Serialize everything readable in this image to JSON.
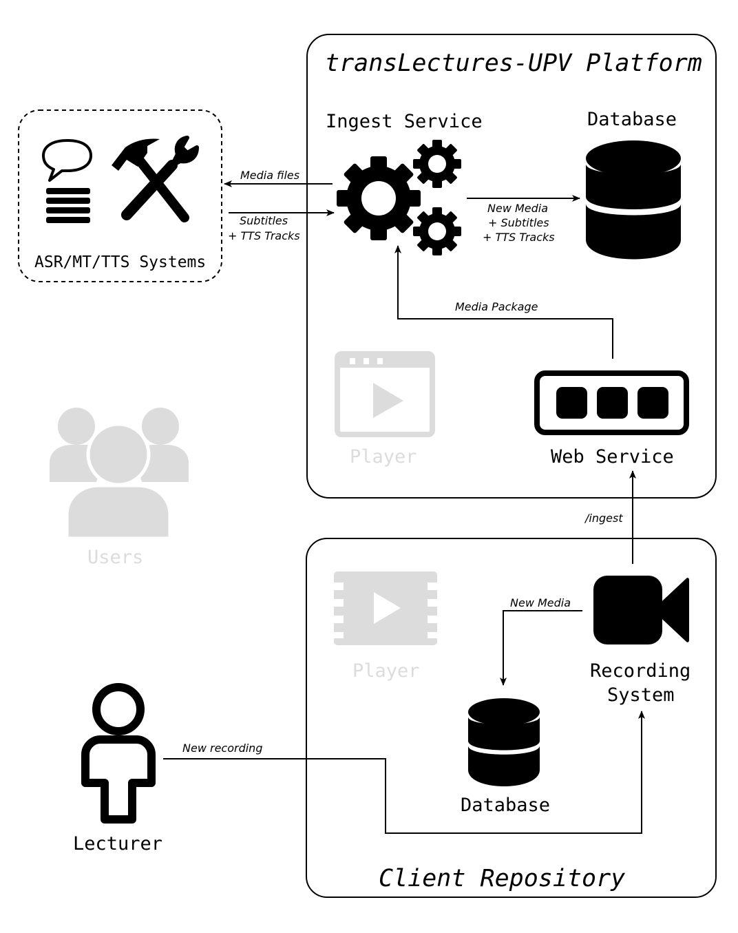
{
  "platform": {
    "title": "transLectures-UPV Platform",
    "ingest_label": "Ingest Service",
    "database_label": "Database",
    "player_label": "Player",
    "webservice_label": "Web Service"
  },
  "systems": {
    "label": "ASR/MT/TTS Systems"
  },
  "client": {
    "title": "Client Repository",
    "player_label": "Player",
    "recording_label_1": "Recording",
    "recording_label_2": "System",
    "database_label": "Database"
  },
  "actors": {
    "users_label": "Users",
    "lecturer_label": "Lecturer"
  },
  "edges": {
    "media_files": "Media files",
    "subtitles_1": "Subtitles",
    "subtitles_2": "+ TTS Tracks",
    "new_media_db_1": "New Media",
    "new_media_db_2": "+ Subtitles",
    "new_media_db_3": "+ TTS Tracks",
    "media_package": "Media Package",
    "ingest": "/ingest",
    "new_media": "New Media",
    "new_recording": "New recording"
  },
  "colors": {
    "ink": "#000000",
    "disabled": "#dcdcdc",
    "background": "#ffffff"
  }
}
